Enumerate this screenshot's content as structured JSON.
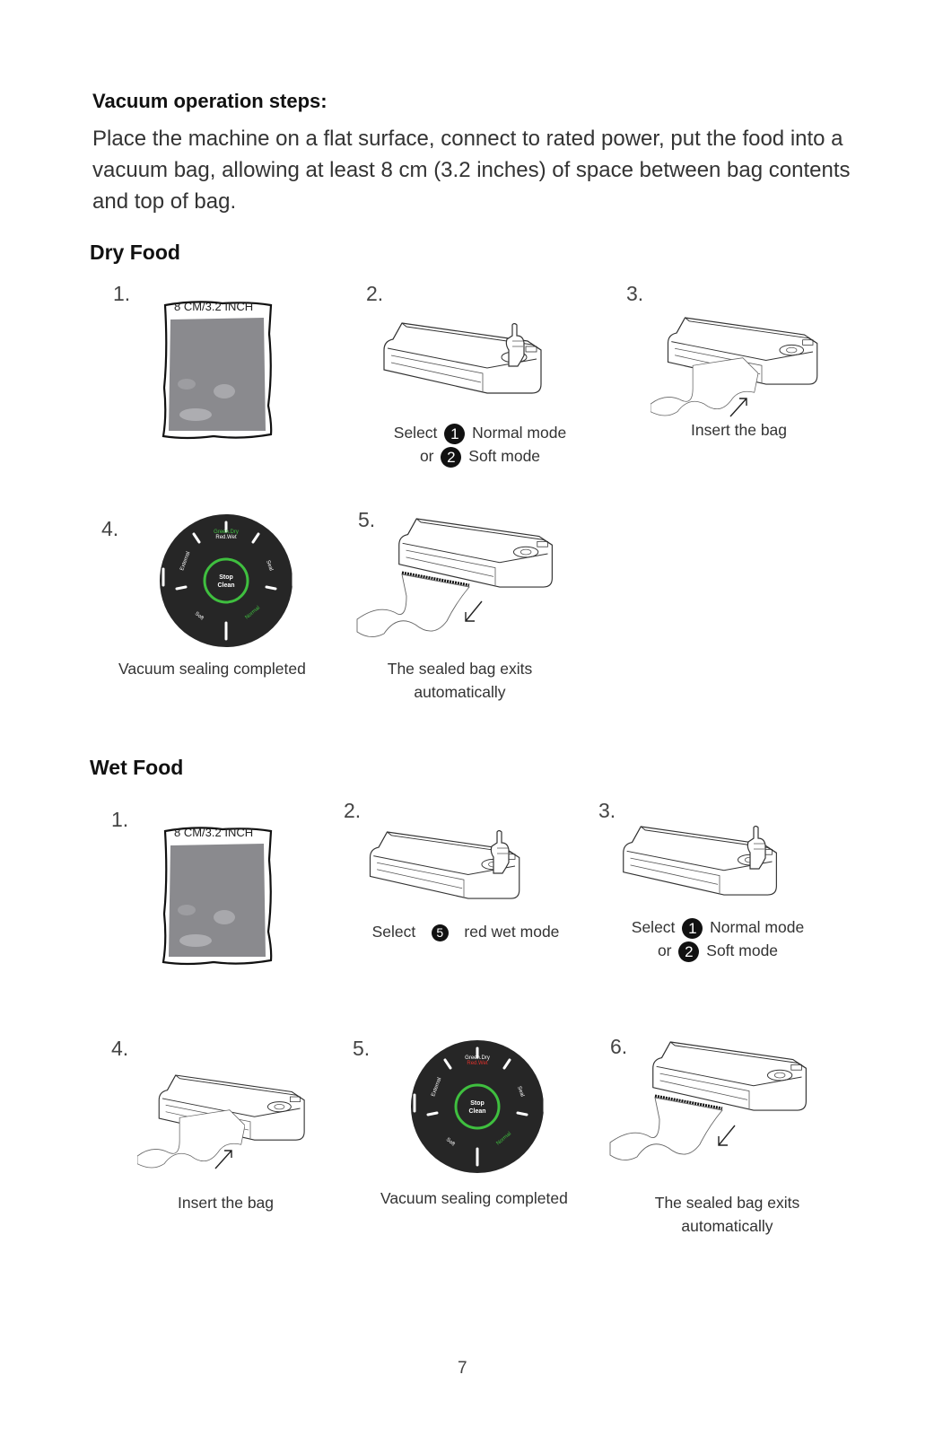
{
  "heading": "Vacuum operation steps:",
  "intro": "Place the machine on a flat surface, connect to rated power, put the food into a vacuum bag, allowing at least 8 cm (3.2 inches) of space between bag contents and top of bag.",
  "dry": {
    "title": "Dry Food",
    "steps": [
      {
        "num": "1.",
        "bag_label": "8 CM/3.2 INCH"
      },
      {
        "num": "2.",
        "cap_select": "Select",
        "badge1": "1",
        "cap_mode1": "Normal mode",
        "cap_or": "or",
        "badge2": "2",
        "cap_mode2": "Soft mode"
      },
      {
        "num": "3.",
        "caption": "Insert the bag"
      },
      {
        "num": "4.",
        "caption": "Vacuum sealing completed"
      },
      {
        "num": "5.",
        "caption_line1": "The sealed bag exits",
        "caption_line2": "automatically"
      }
    ]
  },
  "wet": {
    "title": "Wet Food",
    "steps": [
      {
        "num": "1.",
        "bag_label": "8 CM/3.2 INCH"
      },
      {
        "num": "2.",
        "cap_select": "Select",
        "badge": "5",
        "cap_mode": "red wet mode"
      },
      {
        "num": "3.",
        "cap_select": "Select",
        "badge1": "1",
        "cap_mode1": "Normal mode",
        "cap_or": "or",
        "badge2": "2",
        "cap_mode2": "Soft mode"
      },
      {
        "num": "4.",
        "caption": "Insert the bag"
      },
      {
        "num": "5.",
        "caption": "Vacuum sealing completed"
      },
      {
        "num": "6.",
        "caption_line1": "The sealed bag exits",
        "caption_line2": "automatically"
      }
    ]
  },
  "panel": {
    "green_dry": "Green.Dry",
    "red_wet": "Red.Wet",
    "external": "External",
    "seal": "Seal",
    "soft": "Soft",
    "normal": "Normal",
    "stop": "Stop",
    "clean": "Clean"
  },
  "colors": {
    "panel_bg": "#262626",
    "green": "#3fbf3f",
    "red": "#e0312b",
    "bag": "#8a8a8e"
  },
  "page_number": "7"
}
